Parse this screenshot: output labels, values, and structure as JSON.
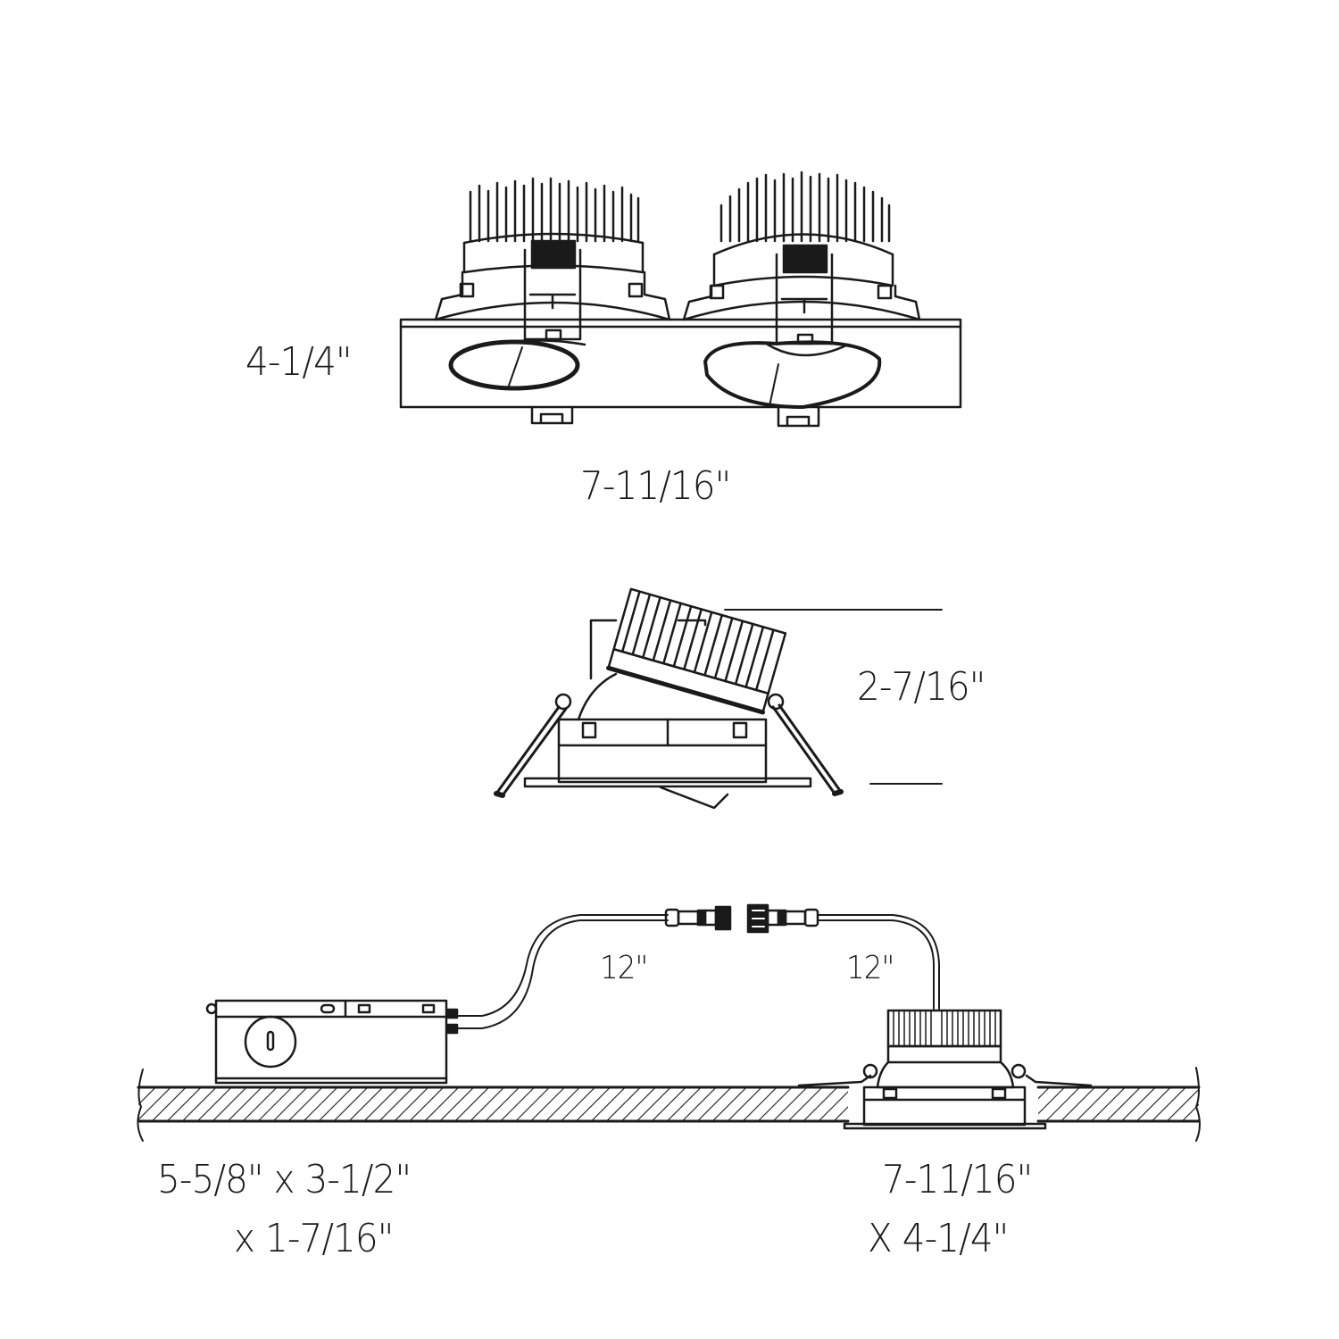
{
  "diagram": {
    "title": "Double recessed adjustable LED downlight dimension drawing",
    "line_color": "#1a1a1a",
    "background": "#ffffff",
    "front_view": {
      "height_label": "4-1/4\"",
      "width_label": "7-11/16\""
    },
    "side_view": {
      "height_label": "2-7/16\""
    },
    "installation_view": {
      "cable_left_label": "12\"",
      "cable_right_label": "12\"",
      "driver_box_dims_line1": "5-5/8\" x 3-1/2\"",
      "driver_box_dims_line2": "x 1-7/16\"",
      "trim_dims_line1": "7-11/16\"",
      "trim_dims_line2": "X 4-1/4\""
    }
  }
}
